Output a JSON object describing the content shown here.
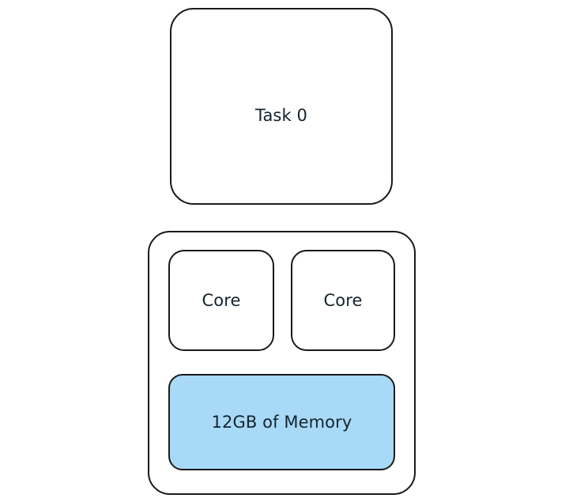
{
  "diagram": {
    "background_color": "#ffffff",
    "stroke_color": "#1a1a1a",
    "text_color": "#14242c",
    "task": {
      "label": "Task 0"
    },
    "device": {
      "cores": [
        {
          "label": "Core"
        },
        {
          "label": "Core"
        }
      ],
      "memory": {
        "label": "12GB of Memory",
        "fill_color": "#a8daf8"
      }
    }
  }
}
